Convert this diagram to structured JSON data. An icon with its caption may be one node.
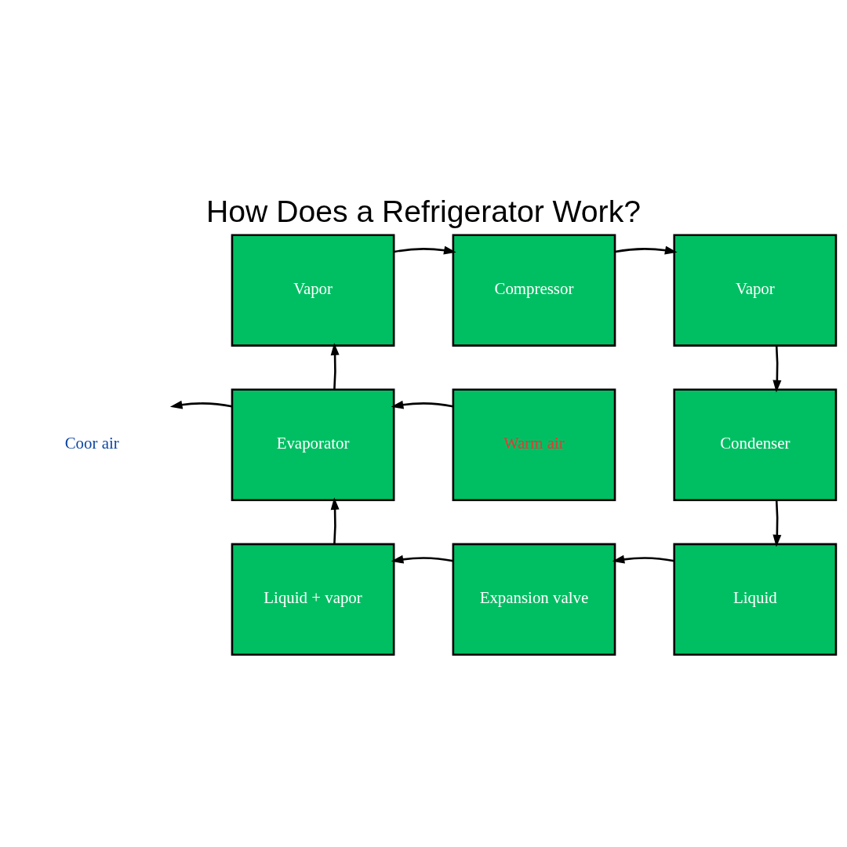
{
  "diagram": {
    "title": "How Does a Refrigerator Work?",
    "nodes": [
      {
        "text": [
          "Vapor"
        ]
      },
      {
        "text": [
          "Compressor"
        ]
      },
      {
        "text": [
          "Vapor"
        ]
      },
      {
        "text": [
          "Evaporator"
        ]
      },
      {
        "text": [
          "Warm air"
        ]
      },
      {
        "text": [
          "Condenser"
        ]
      },
      {
        "text": [
          "Liquid + vapor"
        ]
      },
      {
        "text": [
          "Expansion valve"
        ]
      },
      {
        "text": [
          "Liquid"
        ]
      },
      {
        "text": [
          "Coor air"
        ]
      }
    ],
    "edges": [
      {
        "from": 0,
        "to": 1,
        "arrow": "to"
      },
      {
        "from": 1,
        "to": 2,
        "arrow": "to"
      },
      {
        "from": 2,
        "to": 5,
        "arrow": "to"
      },
      {
        "from": 5,
        "to": 8,
        "arrow": "to"
      },
      {
        "from": 8,
        "to": 7,
        "arrow": "to"
      },
      {
        "from": 7,
        "to": 6,
        "arrow": "to"
      },
      {
        "from": 6,
        "to": 3,
        "arrow": "to"
      },
      {
        "from": 3,
        "to": 0,
        "arrow": "to"
      },
      {
        "from": 4,
        "to": 3,
        "arrow": "to"
      },
      {
        "from": 3,
        "to": 9,
        "arrow": "to"
      }
    ]
  }
}
